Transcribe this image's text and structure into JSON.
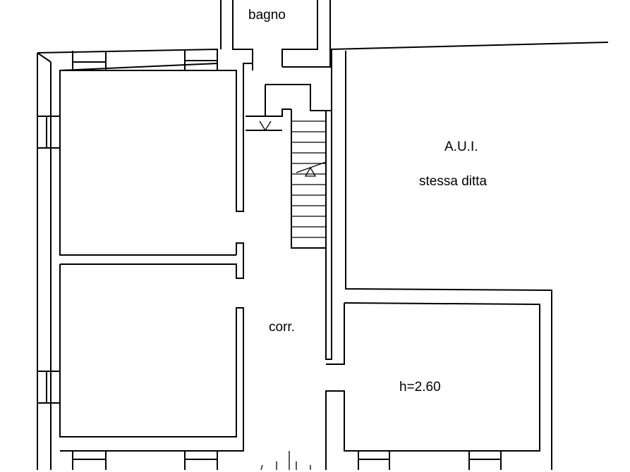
{
  "labels": {
    "bagno": "bagno",
    "aui": "A.U.I.",
    "stessa_ditta": "stessa ditta",
    "corr": "corr.",
    "height": "h=2.60"
  }
}
